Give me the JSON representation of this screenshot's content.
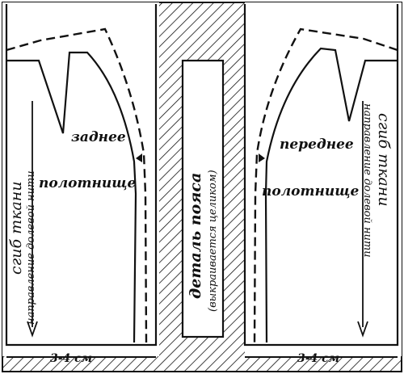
{
  "colors": {
    "ink": "#111111",
    "paper": "#ffffff"
  },
  "back_panel": {
    "name_line1": "заднее",
    "name_line2": "полотнище",
    "fold_label": "сгиб ткани",
    "grain_label": "направление долевой нити",
    "hem_label": "3-4 см"
  },
  "front_panel": {
    "name_line1": "переднее",
    "name_line2": "полотнище",
    "fold_label": "сгиб ткани",
    "grain_label": "направление долевой нити",
    "hem_label": "3-4 см"
  },
  "belt_piece": {
    "name": "деталь пояса",
    "note": "(выкраивается целиком)"
  }
}
